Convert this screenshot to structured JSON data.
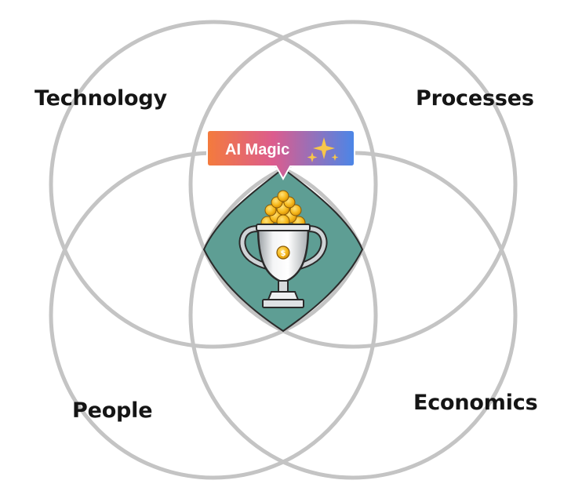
{
  "labels": {
    "technology": "Technology",
    "processes": "Processes",
    "people": "People",
    "economics": "Economics"
  },
  "badge": {
    "text": "AI Magic",
    "gradient_start": "#f47b3c",
    "gradient_mid": "#d65aa8",
    "gradient_end": "#4a86e8",
    "sparkle_color": "#f7c64a"
  },
  "center": {
    "fill_color": "#5e9e94",
    "icon": "trophy-with-gold-coins-icon"
  },
  "circle_color": "#c4c4c4"
}
